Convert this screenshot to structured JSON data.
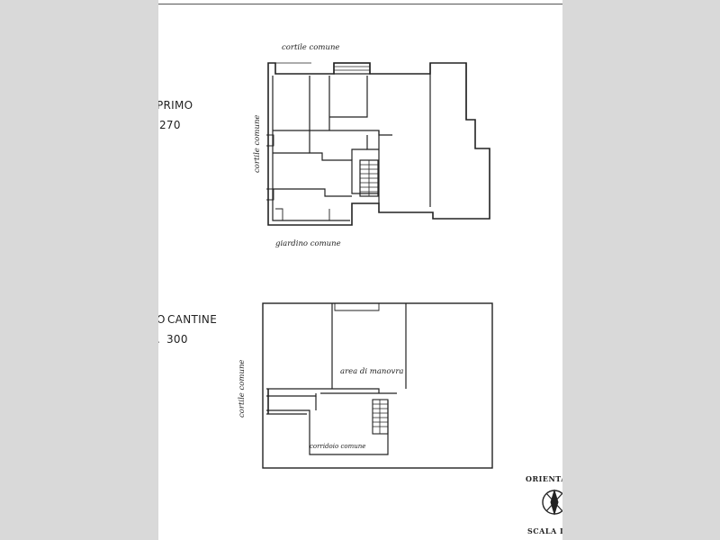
{
  "floor_first": {
    "title": "PRIMO",
    "height": "270"
  },
  "floor_cellar": {
    "title": "CANTINE",
    "prefix": "O",
    "height": "300"
  },
  "annotations": {
    "courtyard_top": "cortile comune",
    "courtyard_left": "cortile comune",
    "garden_bottom": "giardino comune",
    "cellar_courtyard_left": "cortile comune",
    "cellar_area": "area di manovra",
    "cellar_corridor": "corridoio comune"
  },
  "stamp": {
    "orientation": "ORIENTA",
    "scale": "SCALA DI"
  }
}
